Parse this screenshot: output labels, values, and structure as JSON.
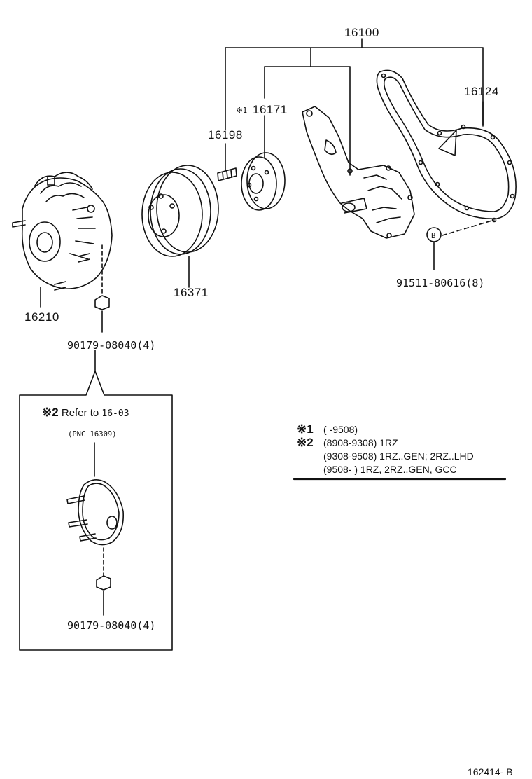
{
  "callouts": {
    "assembly": "16100",
    "gasket": "16124",
    "note1_mark": "※1",
    "hub_part": "16171",
    "stud": "16198",
    "pulley": "16371",
    "fan_clutch": "16210",
    "circle_b": "B",
    "bolt": "91511-80616(8)",
    "nut_top": "90179-08040(4)",
    "nut_inset": "90179-08040(4)"
  },
  "inset": {
    "mark": "※2",
    "refer": "Refer to",
    "refer_ref": "16-03",
    "pnc": "(PNC 16309)"
  },
  "notes": {
    "m1": "※1",
    "r1": "(      -9508)",
    "m2": "※2",
    "r2": "(8908-9308) 1RZ",
    "r3": "(9308-9508) 1RZ..GEN; 2RZ..LHD",
    "r4": "(9508-        ) 1RZ, 2RZ..GEN, GCC"
  },
  "footer": {
    "figure_id": "162414- B"
  }
}
